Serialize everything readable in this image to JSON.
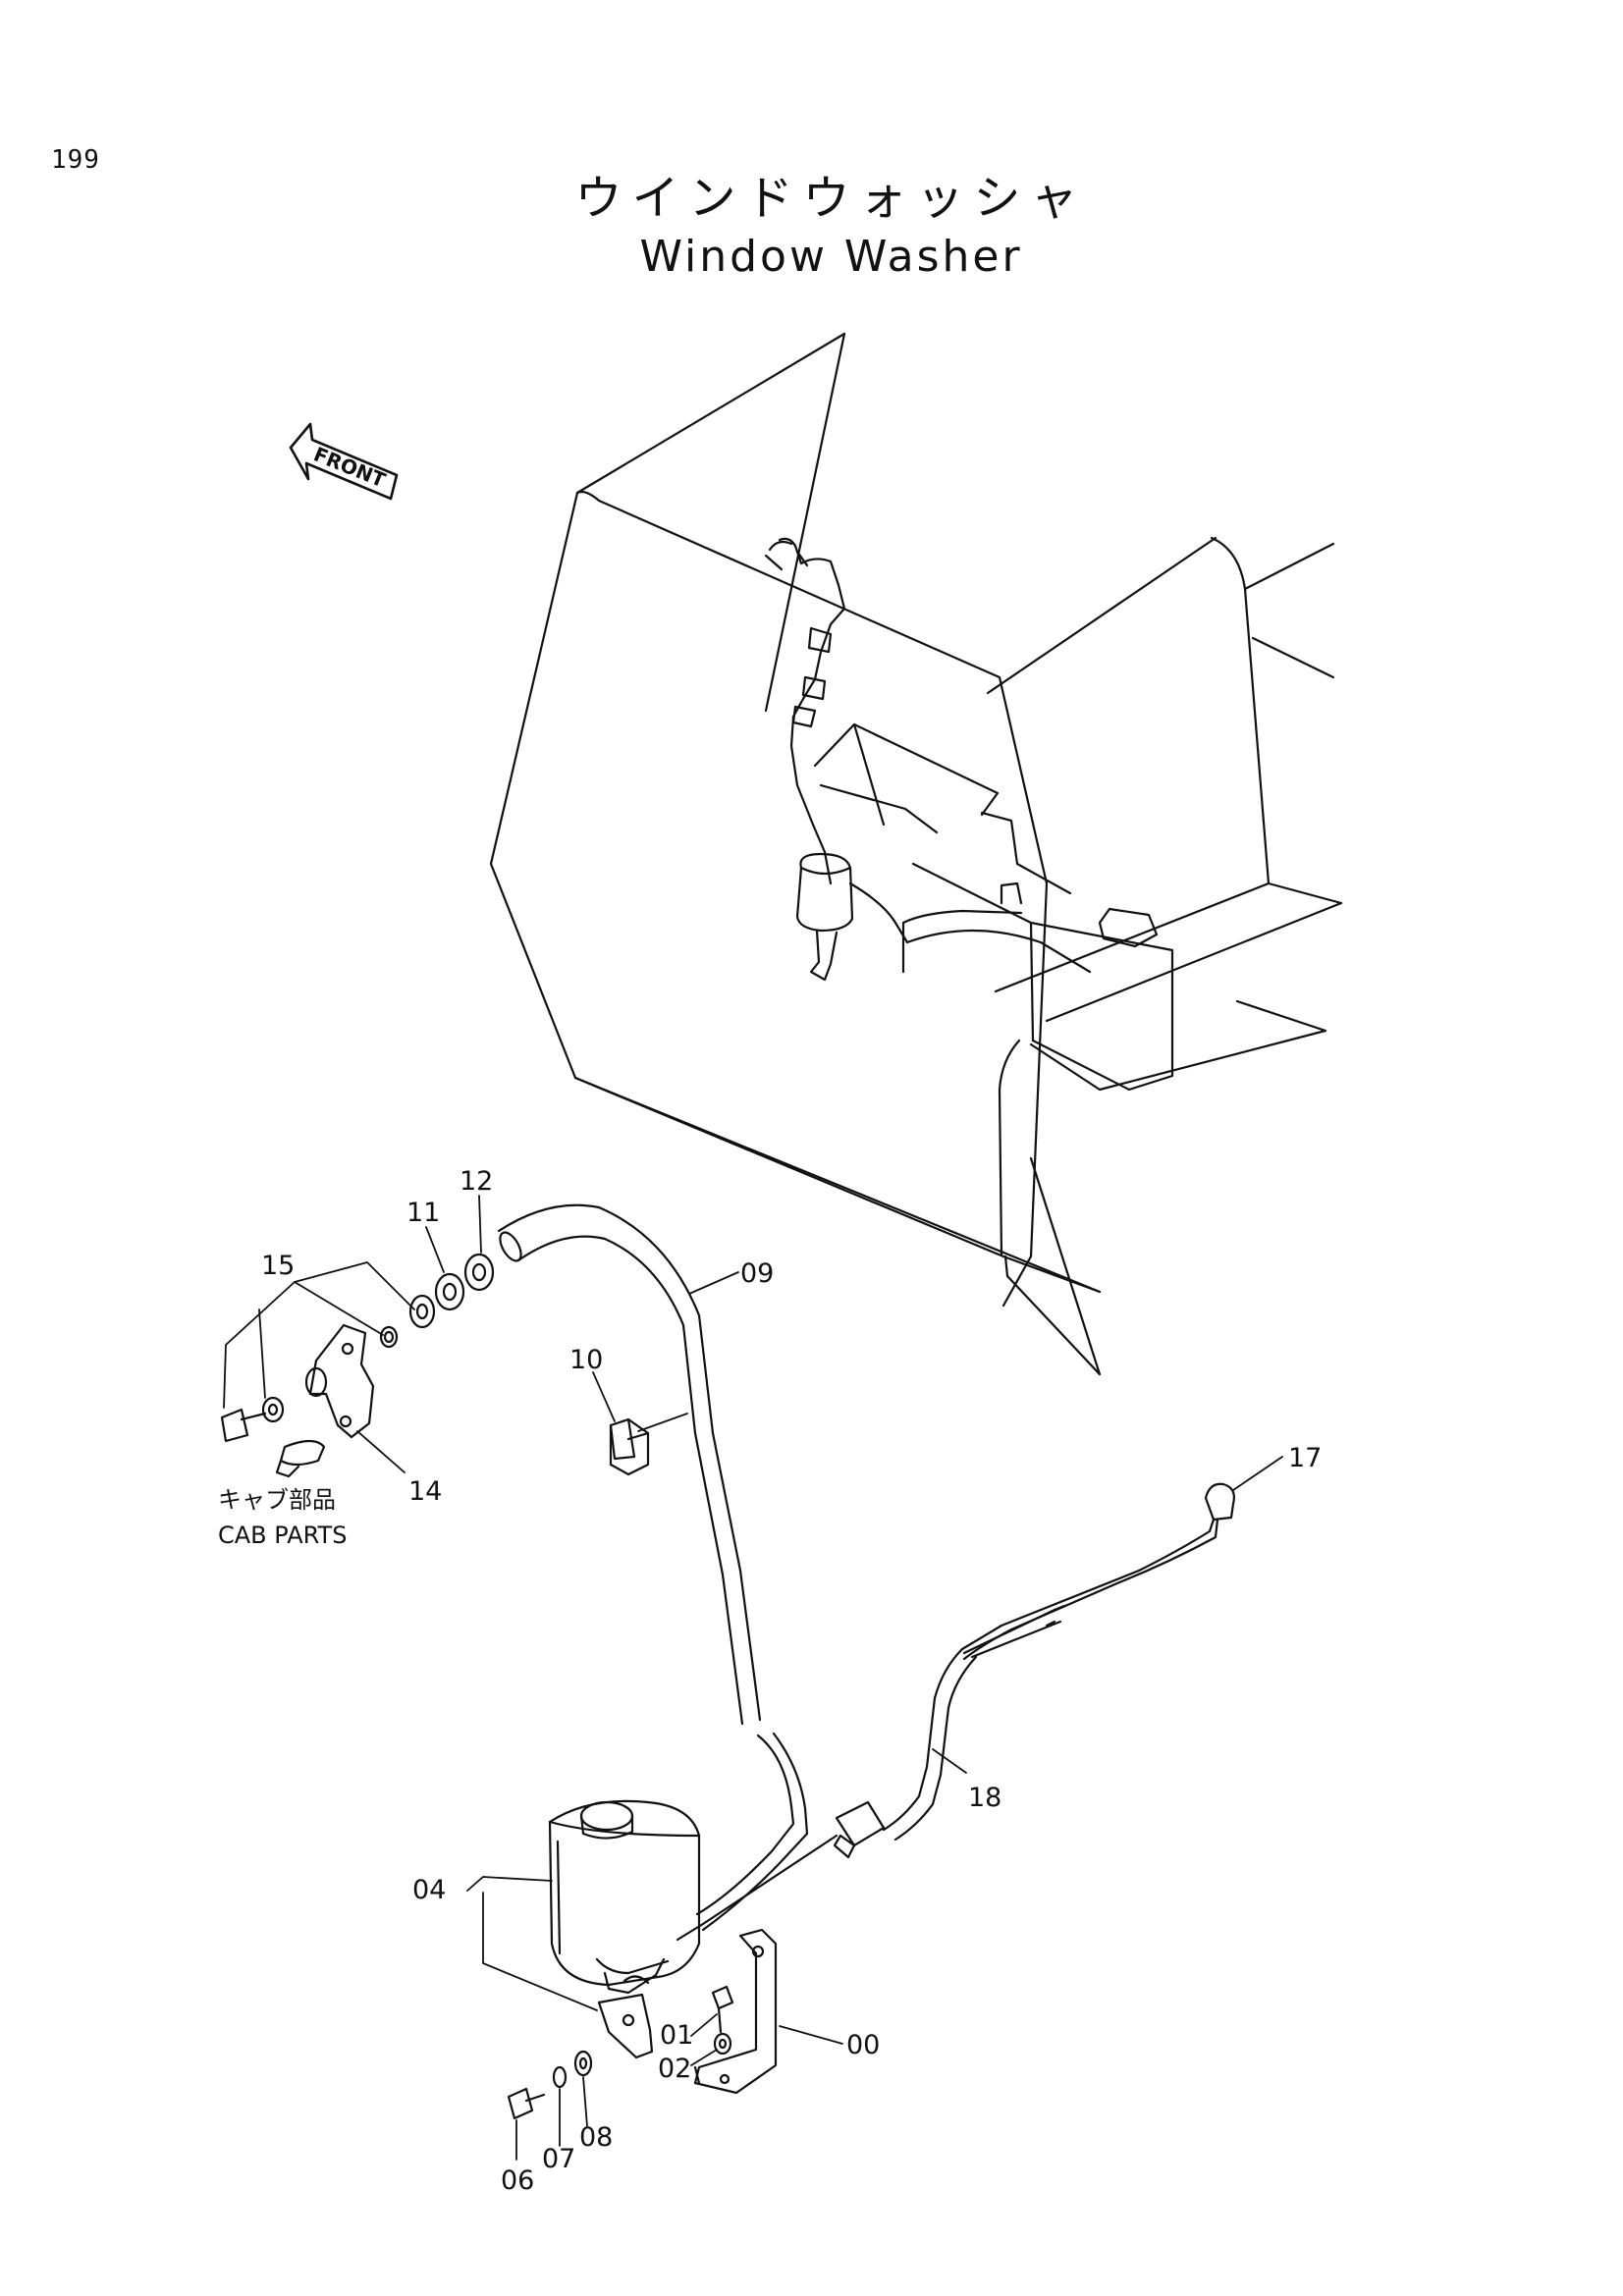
{
  "page": {
    "number": "199"
  },
  "title": {
    "japanese": "ウインドウォッシャ",
    "english": "Window Washer"
  },
  "orientation": {
    "label": "FRONT",
    "icon": "front-arrow-icon"
  },
  "note": {
    "japanese": "キャブ部品",
    "english": "CAB PARTS"
  },
  "parts": [
    {
      "id": "p00",
      "label": "00"
    },
    {
      "id": "p01",
      "label": "01"
    },
    {
      "id": "p02",
      "label": "02"
    },
    {
      "id": "p04",
      "label": "04"
    },
    {
      "id": "p06",
      "label": "06"
    },
    {
      "id": "p07",
      "label": "07"
    },
    {
      "id": "p08",
      "label": "08"
    },
    {
      "id": "p09",
      "label": "09"
    },
    {
      "id": "p10",
      "label": "10"
    },
    {
      "id": "p11",
      "label": "11"
    },
    {
      "id": "p12",
      "label": "12"
    },
    {
      "id": "p14",
      "label": "14"
    },
    {
      "id": "p15",
      "label": "15"
    },
    {
      "id": "p17",
      "label": "17"
    },
    {
      "id": "p18",
      "label": "18"
    }
  ]
}
